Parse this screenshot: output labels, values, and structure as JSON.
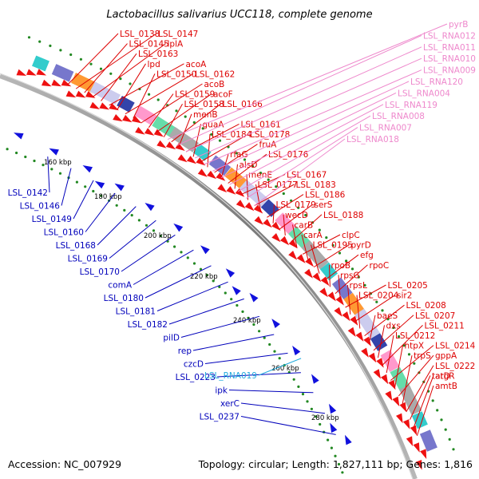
{
  "title": "Lactobacillus salivarius UCC118, complete genome",
  "footer": {
    "accession": "Accession: NC_007929",
    "summary": "Topology: circular; Length: 1,827,111 bp; Genes: 1,816"
  },
  "colors": {
    "forward_label": "#dd0000",
    "reverse_label": "#0000bb",
    "rna_label": "#ee88cc",
    "rna_reverse_label": "#22aadd",
    "backbone": "#8a8a8a",
    "forward_gene": "#ee1111",
    "reverse_gene": "#1111dd",
    "tick_green": "#228822"
  },
  "ticks": [
    "160 kbp",
    "180 kbp",
    "200 kbp",
    "220 kbp",
    "240 kbp",
    "260 kbp",
    "280 kbp"
  ],
  "forward_labels": [
    "LSL_0138",
    "LSL_0147",
    "LSL_0145",
    "lplA",
    "LSL_0163",
    "acoA",
    "lpd",
    "LSL_0162",
    "LSL_0150",
    "acoB",
    "LSL_0159",
    "acoF",
    "LSL_0158",
    "LSL_0166",
    "menB",
    "LSL_0161",
    "guaA",
    "LSL_0178",
    "LSL_0184",
    "fruA",
    "rfaG",
    "LSL_0176",
    "alsD",
    "LSL_0167",
    "menE",
    "LSL_0183",
    "LSL_0177",
    "LSL_0186",
    "LSL_0179",
    "serS",
    "wecD",
    "LSL_0188",
    "carB",
    "clpC",
    "carA",
    "pyrD",
    "LSL_0195",
    "efg",
    "rpoB",
    "rpoC",
    "rpsG",
    "LSL_0205",
    "rpsL",
    "sir2",
    "LSL_0204",
    "LSL_0208",
    "baeS",
    "LSL_0207",
    "dxs",
    "LSL_0211",
    "LSL_0212",
    "LSL_0214",
    "htpX",
    "gppA",
    "trpS",
    "LSL_0222",
    "tatD",
    "argR",
    "amtB"
  ],
  "rna_labels": [
    "pyrB",
    "LSL_RNA012",
    "LSL_RNA011",
    "LSL_RNA010",
    "LSL_RNA009",
    "LSL_RNA120",
    "LSL_RNA004",
    "LSL_RNA119",
    "LSL_RNA008",
    "LSL_RNA007",
    "LSL_RNA018"
  ],
  "reverse_labels": [
    "LSL_0142",
    "LSL_0146",
    "LSL_0149",
    "LSL_0160",
    "LSL_0168",
    "LSL_0169",
    "LSL_0170",
    "comA",
    "LSL_0180",
    "LSL_0181",
    "LSL_0182",
    "pilD",
    "rep",
    "czcD",
    "LSL_0223",
    "ipk",
    "xerC",
    "LSL_0237"
  ],
  "rna_reverse_labels": [
    "LSL_RNA019"
  ]
}
